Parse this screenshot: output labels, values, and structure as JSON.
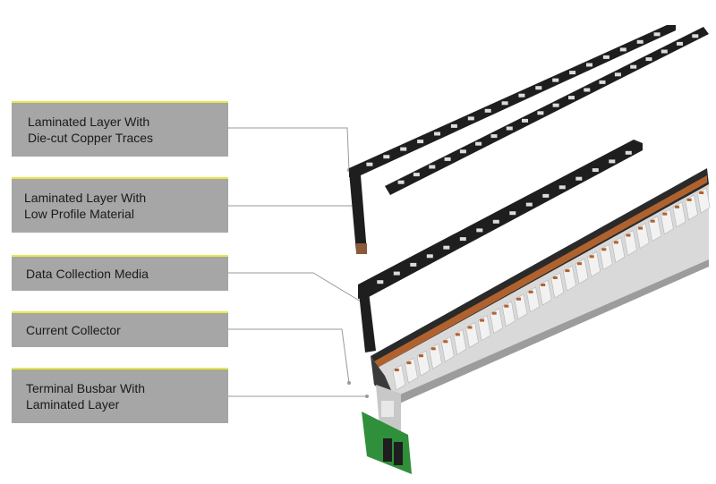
{
  "labels": [
    {
      "line1": "Laminated Layer With",
      "line2": "Die-cut Copper Traces"
    },
    {
      "line1": "Laminated Layer With",
      "line2": "Low Profile Material"
    },
    {
      "line1": "Data Collection Media",
      "line2": ""
    },
    {
      "line1": "Current Collector",
      "line2": ""
    },
    {
      "line1": "Terminal Busbar With",
      "line2": "Laminated Layer"
    }
  ],
  "colors": {
    "label_background": "#a6a6a6",
    "label_accent": "#e8e84a",
    "leader_line": "#9a9a9a",
    "flex_circuit": "#1e1e1e",
    "copper": "#b0622e",
    "busbar_metal": "#d4d4d4",
    "pcb": "#2f8f3a"
  }
}
